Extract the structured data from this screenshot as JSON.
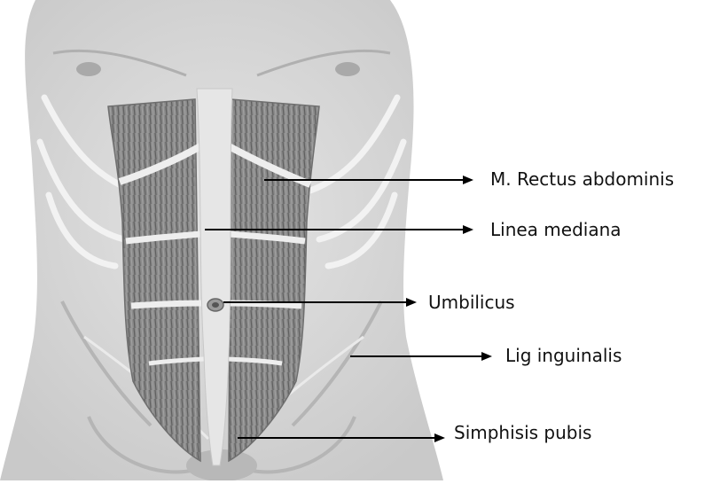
{
  "labels": {
    "rectus": "M. Rectus abdominis",
    "linea": "Linea mediana",
    "umbilicus": "Umbilicus",
    "inguinal": "Lig inguinalis",
    "pubis": "Simphisis pubis"
  },
  "colors": {
    "background": "#ffffff",
    "skin": "#dcdcdc",
    "muscle": "#8c8c8c",
    "tendon": "#e8e8e8",
    "arrow": "#000000"
  }
}
